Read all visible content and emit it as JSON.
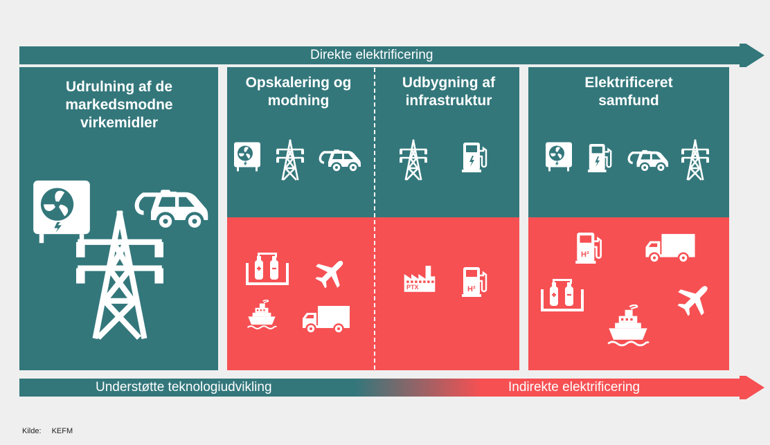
{
  "top_arrow": {
    "label": "Direkte elektrificering"
  },
  "bottom_arrow": {
    "left_label": "Understøtte teknologiudvikling",
    "right_label": "Indirekte elektrificering"
  },
  "panels": {
    "col1": {
      "title": "Udrulning af de markedsmodne virkemidler"
    },
    "col2": {
      "title": "Opskalering og modning"
    },
    "col3": {
      "title": "Udbygning af infrastruktur"
    },
    "col4": {
      "title": "Elektrificeret samfund"
    }
  },
  "icons": {
    "ptx_label": "PTX",
    "h2_label": "H²"
  },
  "source": {
    "label": "Kilde:",
    "value": "KEFM"
  },
  "colors": {
    "teal": "#33777b",
    "red": "#f65053",
    "background": "#efefef"
  }
}
